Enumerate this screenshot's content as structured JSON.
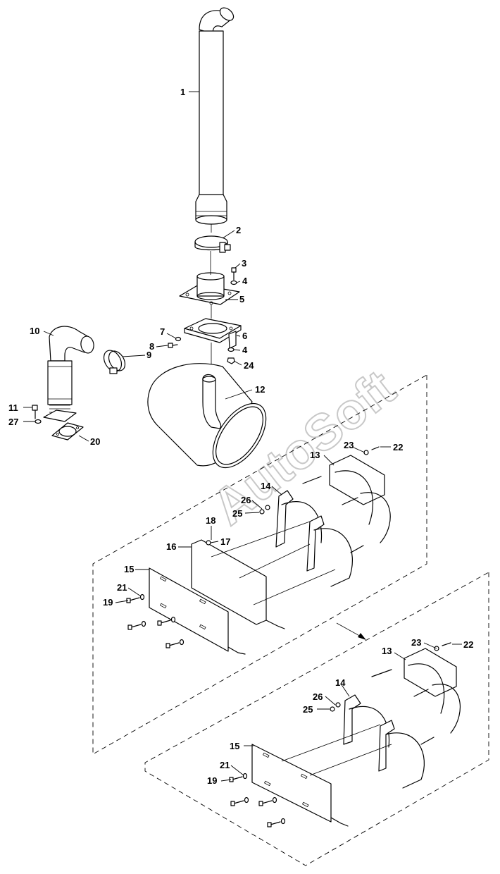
{
  "watermark": "AutoSoft",
  "corner_mark": "",
  "labels": {
    "p1": "1",
    "p2": "2",
    "p3": "3",
    "p4a": "4",
    "p5": "5",
    "p6": "6",
    "p4b": "4",
    "p24": "24",
    "p7": "7",
    "p8": "8",
    "p9": "9",
    "p10": "10",
    "p11": "11",
    "p27": "27",
    "p20": "20",
    "p12": "12",
    "p13a": "13",
    "p23a": "23",
    "p22a": "22",
    "p14a": "14",
    "p26a": "26",
    "p25a": "25",
    "p18": "18",
    "p17": "17",
    "p16": "16",
    "p15a": "15",
    "p21a": "21",
    "p19a": "19",
    "p13b": "13",
    "p23b": "23",
    "p22b": "22",
    "p14b": "14",
    "p26b": "26",
    "p25b": "25",
    "p15b": "15",
    "p21b": "21",
    "p19b": "19"
  }
}
